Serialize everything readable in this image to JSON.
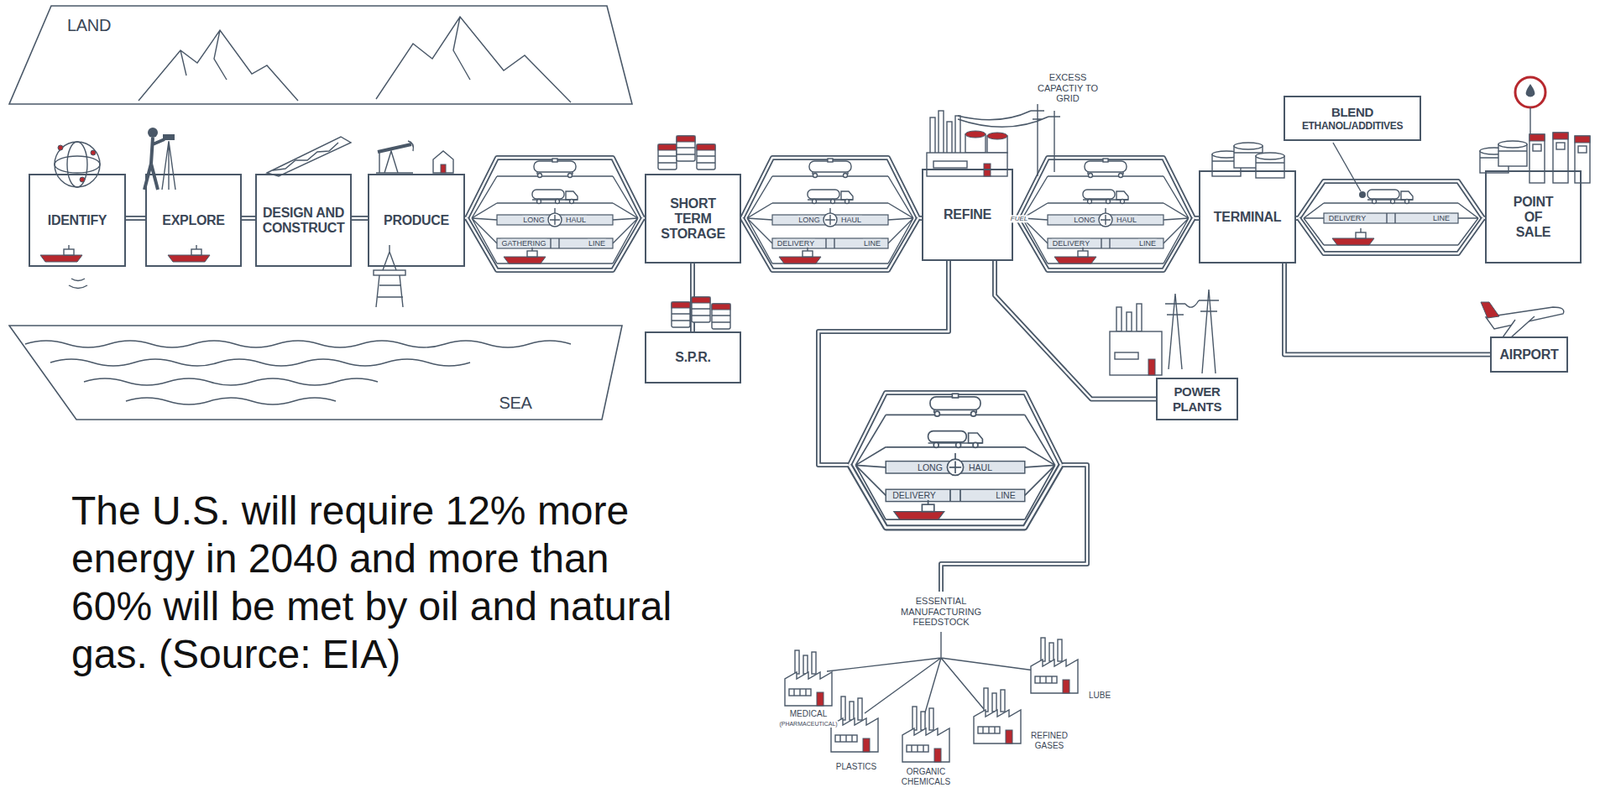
{
  "diagram": {
    "caption": "The U.S. will require 12% more energy in 2040 and more than 60% will be met by oil and natural gas. (Source: EIA)",
    "nodes": [
      {
        "text": [
          "LAND"
        ]
      },
      {
        "text": [
          "SEA"
        ]
      },
      {
        "text": [
          "IDENTIFY"
        ]
      },
      {
        "text": [
          "EXPLORE"
        ]
      },
      {
        "text": [
          "DESIGN AND CONSTRUCT"
        ]
      },
      {
        "text": [
          "PRODUCE"
        ]
      },
      {
        "text": [
          "SHORT TERM STORAGE"
        ]
      },
      {
        "text": [
          "S.P.R."
        ]
      },
      {
        "text": [
          "REFINE"
        ]
      },
      {
        "text": [
          "BLEND",
          "ETHANOL/ADDITIVES"
        ]
      },
      {
        "text": [
          "TERMINAL"
        ]
      },
      {
        "text": [
          "POINT OF SALE"
        ]
      },
      {
        "text": [
          "AIRPORT"
        ]
      },
      {
        "text": [
          "POWER PLANTS"
        ]
      }
    ],
    "edges": [
      {
        "from": 2,
        "to": 3,
        "arrow": "none"
      },
      {
        "from": 3,
        "to": 4,
        "arrow": "none"
      },
      {
        "from": 4,
        "to": 5,
        "arrow": "none"
      },
      {
        "from": 5,
        "to": 6,
        "arrow": "none"
      },
      {
        "from": 6,
        "to": 7,
        "arrow": "none"
      },
      {
        "from": 6,
        "to": 8,
        "arrow": "none"
      },
      {
        "from": 8,
        "to": 10,
        "arrow": "none"
      },
      {
        "from": 8,
        "to": 13,
        "arrow": "none"
      },
      {
        "from": 10,
        "to": 11,
        "arrow": "none"
      },
      {
        "from": 10,
        "to": 12,
        "arrow": "none"
      }
    ],
    "labels": [
      "LONG",
      "HAUL",
      "GATHERING",
      "LINE",
      "LONG",
      "HAUL",
      "DELIVERY",
      "LINE",
      "EXCESS CAPACTIY TO GRID",
      "FUEL",
      "LONG",
      "HAUL",
      "DELIVERY",
      "LINE",
      "DELIVERY",
      "LINE",
      "LONG",
      "HAUL",
      "DELIVERY",
      "LINE",
      "ESSENTIAL MANUFACTURING FEEDSTOCK",
      "MEDICAL",
      "(PHARMACEUTICAL)",
      "PLASTICS",
      "ORGANIC CHEMICALS",
      "REFINED GASES",
      "LUBE"
    ]
  }
}
